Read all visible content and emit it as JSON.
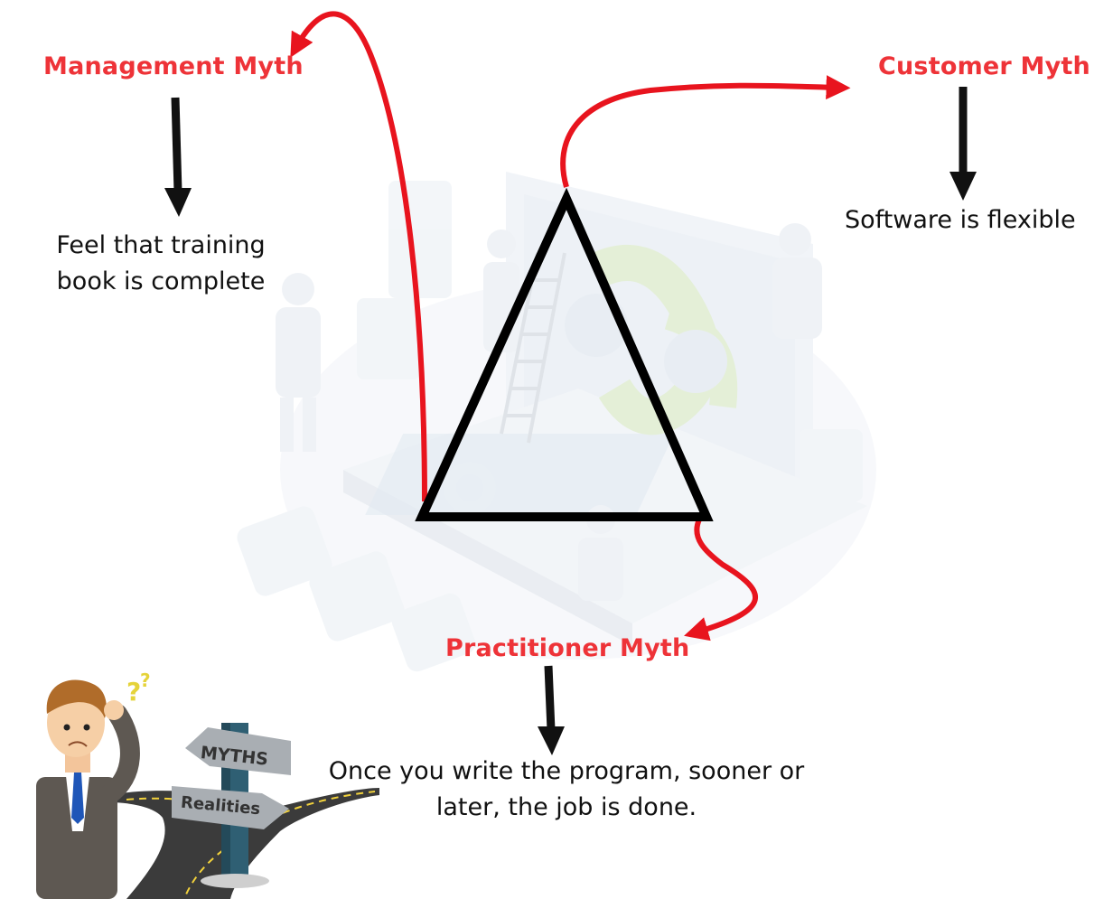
{
  "diagram": {
    "nodes": {
      "management": {
        "title": "Management Myth",
        "description": "Feel that training book is complete"
      },
      "customer": {
        "title": "Customer Myth",
        "description": "Software is flexible"
      },
      "practitioner": {
        "title": "Practitioner Myth",
        "description": "Once you write the program, sooner or later, the job is done."
      }
    },
    "signpost": {
      "top_sign": "MYTHS",
      "bottom_sign": "Realities"
    }
  },
  "colors": {
    "title_red": "#ee3338",
    "arrow_red": "#e8141e",
    "arrow_black": "#111111",
    "triangle": "#000000"
  }
}
